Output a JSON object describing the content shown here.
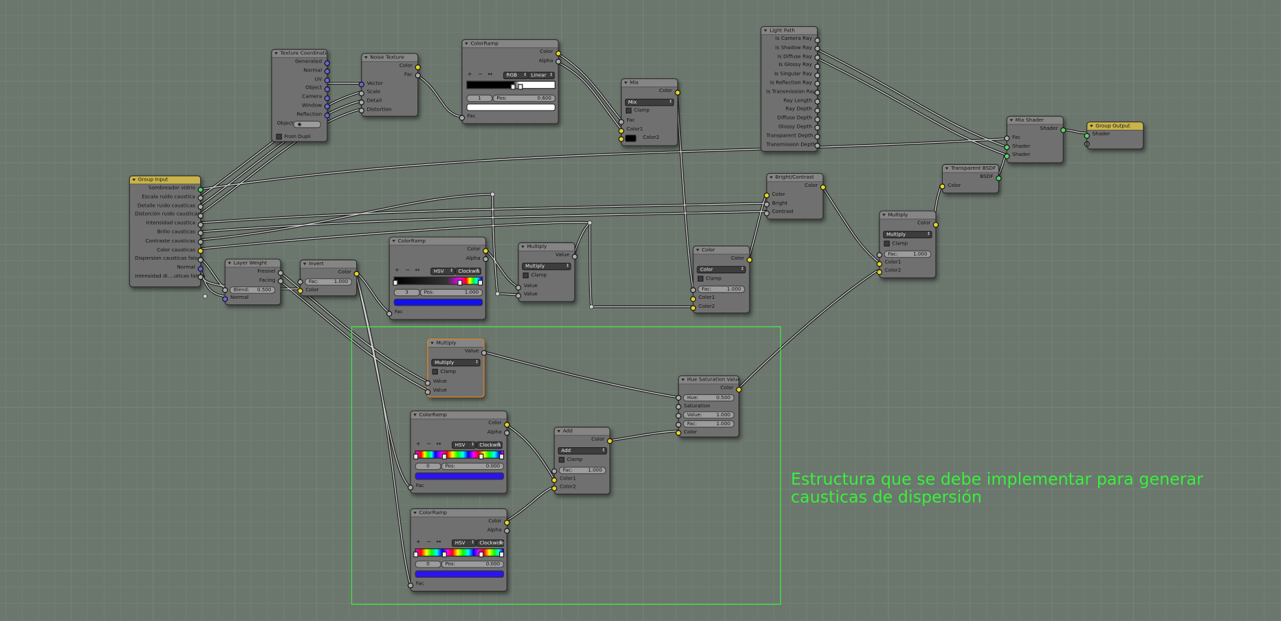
{
  "caption": {
    "line1": "Estructura que se debe implementar para generar",
    "line2": "causticas de dispersión"
  },
  "nodes": {
    "texcoord": {
      "title": "Texture Coordinate",
      "outputs": [
        "Generated",
        "Normal",
        "UV",
        "Object",
        "Camera",
        "Window",
        "Reflection"
      ],
      "object_label": "Object:",
      "from_dupli": "From Dupli"
    },
    "noise": {
      "title": "Noise Texture",
      "outputs": [
        "Color",
        "Fac"
      ],
      "inputs": [
        "Vector",
        "Scale",
        "Detail",
        "Distortion"
      ]
    },
    "ramp1": {
      "title": "ColorRamp",
      "outputs": [
        "Color",
        "Alpha"
      ],
      "mode": "RGB",
      "interp": "Linear",
      "index": "1",
      "pos_label": "Pos:",
      "pos": "0.600",
      "input": "Fac"
    },
    "mix": {
      "title": "Mix",
      "out": "Color",
      "mode": "Mix",
      "clamp": "Clamp",
      "inputs": [
        "Fac",
        "Color1",
        "Color2"
      ]
    },
    "lightpath": {
      "title": "Light Path",
      "outputs": [
        "Is Camera Ray",
        "Is Shadow Ray",
        "Is Diffuse Ray",
        "Is Glossy Ray",
        "Is Singular Ray",
        "Is Reflection Ray",
        "Is Transmission Ray",
        "Ray Length",
        "Ray Depth",
        "Diffuse Depth",
        "Glossy Depth",
        "Transparent Depth",
        "Transmission Depth"
      ]
    },
    "mixshader": {
      "title": "Mix Shader",
      "out": "Shader",
      "inputs": [
        "Fac",
        "Shader",
        "Shader"
      ]
    },
    "groupout": {
      "title": "Group Output",
      "input": "Shader"
    },
    "groupin": {
      "title": "Group Input",
      "outputs": [
        "Sombreador vidrio",
        "Escala ruido caustica",
        "Detalle ruido causticas",
        "Distorción ruido causticas",
        "Intensidad caustica",
        "Brillo causticas",
        "Contraste causticas",
        "Color causticas",
        "Dispersion causticas falsas",
        "Normal",
        "Intensidad di....uticas falsas"
      ]
    },
    "layerweight": {
      "title": "Layer Weight",
      "outputs": [
        "Fresnel",
        "Facing"
      ],
      "blend_label": "Blend:",
      "blend": "0.500",
      "normal": "Normal"
    },
    "invert": {
      "title": "Invert",
      "out": "Color",
      "fac_label": "Fac:",
      "fac": "1.000",
      "input": "Color"
    },
    "ramp2": {
      "title": "ColorRamp",
      "outputs": [
        "Color",
        "Alpha"
      ],
      "mode": "HSV",
      "interp": "Clockwis",
      "index": "3",
      "pos_label": "Pos:",
      "pos": "1.000",
      "input": "Fac"
    },
    "mult1": {
      "title": "Multiply",
      "out": "Value",
      "mode": "Multiply",
      "clamp": "Clamp",
      "inputs": [
        "Value",
        "Value"
      ]
    },
    "brightcontrast": {
      "title": "Bright/Contrast",
      "out": "Color",
      "inputs": [
        "Color",
        "Bright",
        "Contrast"
      ]
    },
    "colormix": {
      "title": "Color",
      "out": "Color",
      "mode": "Color",
      "clamp": "Clamp",
      "fac_label": "Fac:",
      "fac": "1.000",
      "inputs": [
        "Color1",
        "Color2"
      ]
    },
    "transp": {
      "title": "Transparent BSDF",
      "out": "BSDF",
      "input": "Color"
    },
    "mult2": {
      "title": "Multiply",
      "out": "Color",
      "mode": "Multiply",
      "clamp": "Clamp",
      "fac_label": "Fac:",
      "fac": "1.000",
      "inputs": [
        "Color1",
        "Color2"
      ]
    },
    "mult3": {
      "title": "Multiply",
      "out": "Value",
      "mode": "Multiply",
      "clamp": "Clamp",
      "inputs": [
        "Value",
        "Value"
      ]
    },
    "hsv": {
      "title": "Hue Saturation Value",
      "out": "Color",
      "hue_label": "Hue:",
      "hue": "0.500",
      "sat": "Saturation",
      "val_label": "Value:",
      "val": "1.000",
      "fac_label": "Fac:",
      "fac": "1.000",
      "input": "Color"
    },
    "ramp3": {
      "title": "ColorRamp",
      "outputs": [
        "Color",
        "Alpha"
      ],
      "mode": "HSV",
      "interp": "Clockwis",
      "index": "0",
      "pos_label": "Pos:",
      "pos": "0.000",
      "input": "Fac"
    },
    "add": {
      "title": "Add",
      "out": "Color",
      "mode": "Add",
      "clamp": "Clamp",
      "fac_label": "Fac:",
      "fac": "1.000",
      "inputs": [
        "Color1",
        "Color2"
      ]
    },
    "ramp4": {
      "title": "ColorRamp",
      "outputs": [
        "Color",
        "Alpha"
      ],
      "mode": "HSV",
      "interp": "Clockwise",
      "index": "0",
      "pos_label": "Pos:",
      "pos": "0.000",
      "input": "Fac"
    }
  },
  "colors": {
    "frame": "#3df23d",
    "caption": "#39f03c",
    "socket_color": "#e6d32c",
    "socket_value": "#aaaaaa",
    "socket_vector": "#6767d6",
    "socket_shader": "#5fd26b"
  }
}
